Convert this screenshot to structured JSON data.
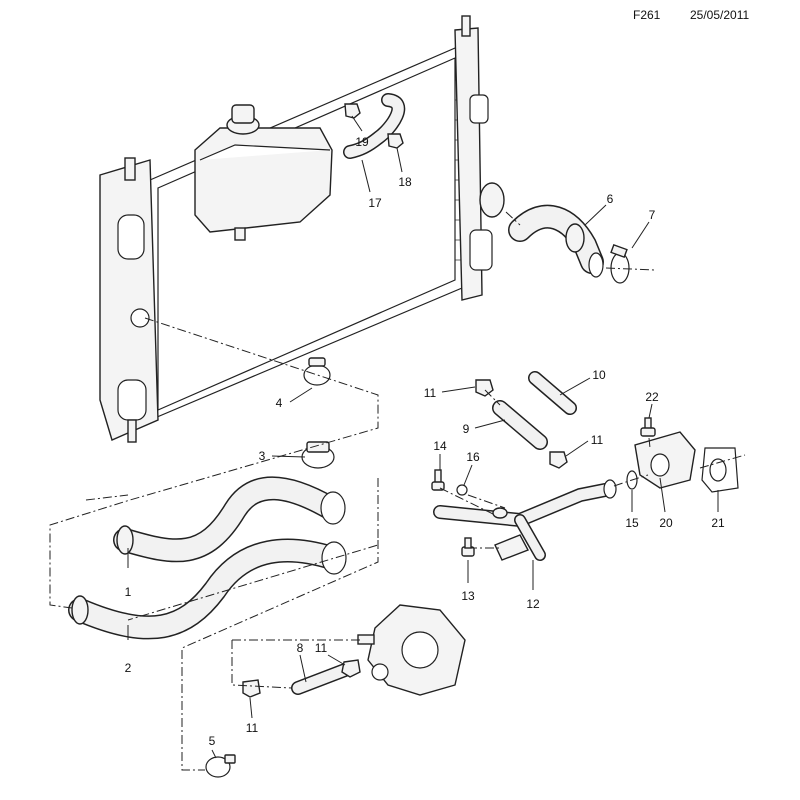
{
  "header": {
    "figure_code": "F261",
    "date": "25/05/2011"
  },
  "callouts": [
    {
      "id": "c1",
      "label": "1"
    },
    {
      "id": "c2",
      "label": "2"
    },
    {
      "id": "c3",
      "label": "3"
    },
    {
      "id": "c4",
      "label": "4"
    },
    {
      "id": "c5",
      "label": "5"
    },
    {
      "id": "c6",
      "label": "6"
    },
    {
      "id": "c7",
      "label": "7"
    },
    {
      "id": "c8",
      "label": "8"
    },
    {
      "id": "c9",
      "label": "9"
    },
    {
      "id": "c10",
      "label": "10"
    },
    {
      "id": "c11a",
      "label": "11"
    },
    {
      "id": "c11b",
      "label": "11"
    },
    {
      "id": "c11c",
      "label": "11"
    },
    {
      "id": "c11d",
      "label": "11"
    },
    {
      "id": "c12",
      "label": "12"
    },
    {
      "id": "c13",
      "label": "13"
    },
    {
      "id": "c14",
      "label": "14"
    },
    {
      "id": "c15",
      "label": "15"
    },
    {
      "id": "c16",
      "label": "16"
    },
    {
      "id": "c17",
      "label": "17"
    },
    {
      "id": "c18",
      "label": "18"
    },
    {
      "id": "c19",
      "label": "19"
    },
    {
      "id": "c20",
      "label": "20"
    },
    {
      "id": "c21",
      "label": "21"
    },
    {
      "id": "c22",
      "label": "22"
    }
  ]
}
